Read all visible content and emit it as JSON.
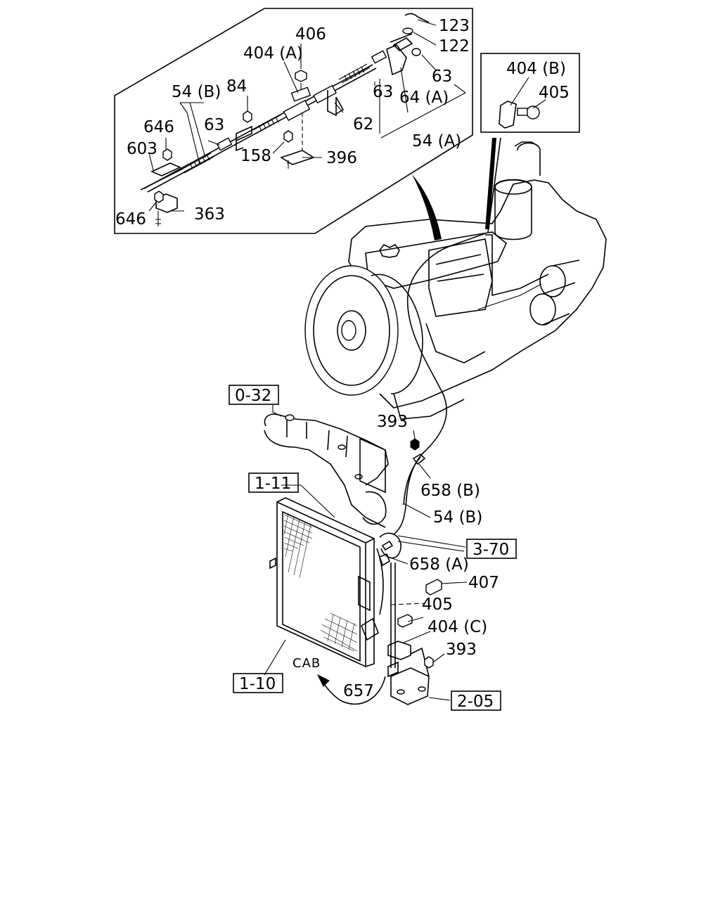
{
  "callouts": {
    "c123": "123",
    "c122": "122",
    "c406": "406",
    "c404a": "404 (A)",
    "c63_top": "63",
    "c64a": "64 (A)",
    "c54b_top": "54 (B)",
    "c84": "84",
    "c63_mid": "63",
    "c63_right": "63",
    "c62": "62",
    "c54a": "54 (A)",
    "c646_top": "646",
    "c603": "603",
    "c158": "158",
    "c396": "396",
    "c646_bottom": "646",
    "c363": "363",
    "c404b": "404 (B)",
    "c405_inset": "405",
    "c393_top": "393",
    "c658b": "658 (B)",
    "c54b_mid": "54 (B)",
    "c658a": "658 (A)",
    "c407": "407",
    "c405_bottom": "405",
    "c404c": "404 (C)",
    "c393_bottom": "393",
    "c657": "657",
    "cab": "CAB"
  },
  "references": {
    "r0_32": "0-32",
    "r1_11": "1-11",
    "r3_70": "3-70",
    "r1_10": "1-10",
    "r2_05": "2-05"
  }
}
